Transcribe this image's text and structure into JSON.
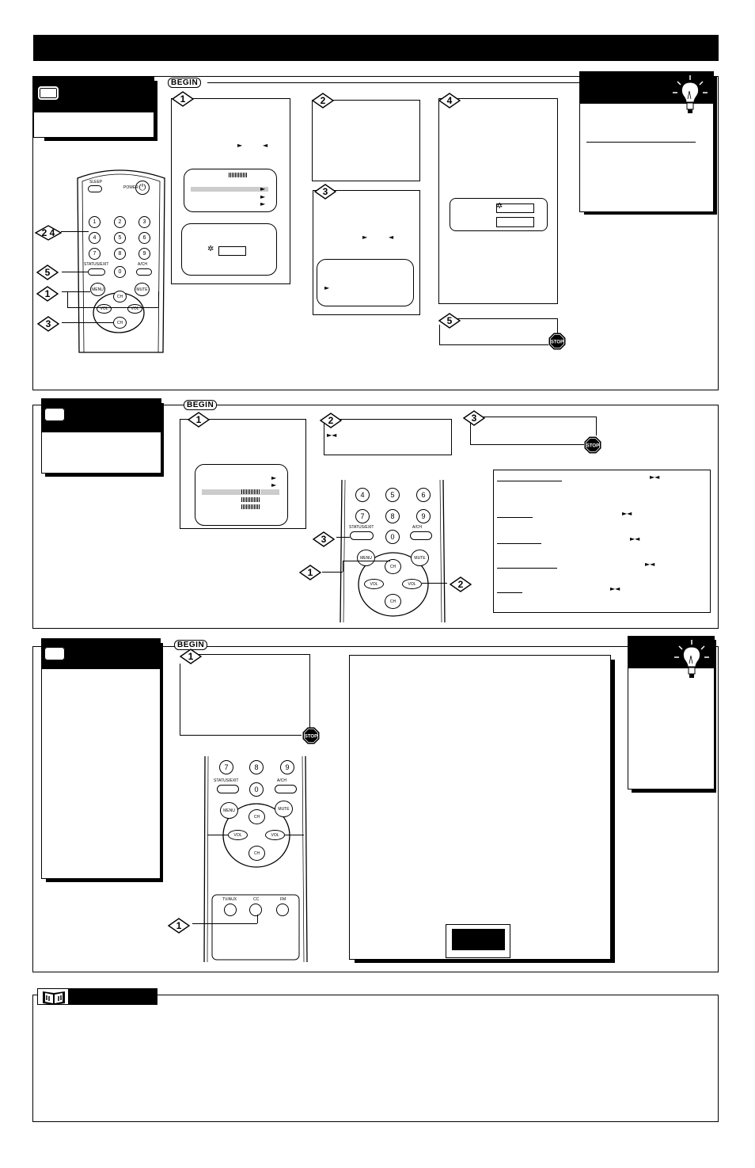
{
  "begin_label": "BEGIN",
  "stop_label": "STOP",
  "remote": {
    "sleep": "SLEEP",
    "power": "POWER",
    "status_exit": "STATUS/EXIT",
    "alt_ch": "A/CH",
    "menu": "MENU",
    "mute": "MUTE",
    "ch": "CH",
    "vol": "VOL",
    "tv_aux": "TV/AUX",
    "cc": "CC",
    "fm": "FM",
    "digits": [
      "1",
      "2",
      "3",
      "4",
      "5",
      "6",
      "7",
      "8",
      "9",
      "0"
    ]
  },
  "steps": {
    "s1": "1",
    "s2": "2",
    "s3": "3",
    "s4": "4",
    "s5": "5",
    "s24": "2 4"
  }
}
